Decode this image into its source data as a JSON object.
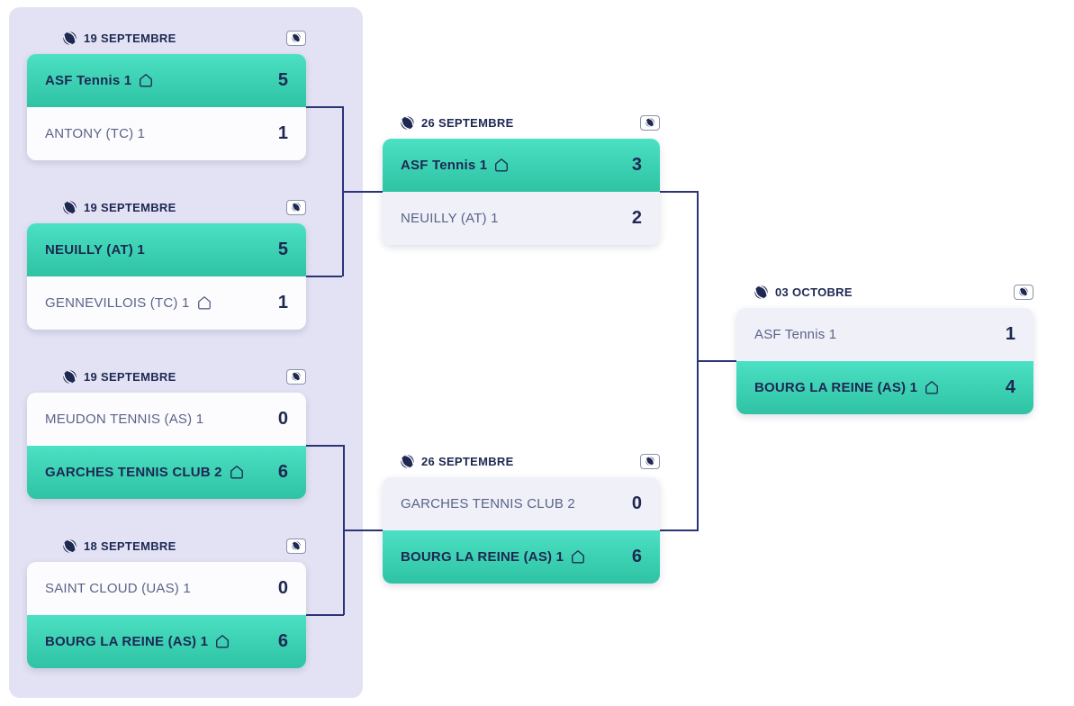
{
  "colors": {
    "panel_bg": "#e2e2f4",
    "winner_top": "#4ce0c4",
    "winner_bottom": "#2fc3a4",
    "loser_bg_left": "#fcfcfe",
    "loser_bg_light": "#f0f0f8",
    "text_primary": "#1e2852",
    "text_secondary": "#5a6488",
    "connector": "#2b3576",
    "button_border": "#8d92a8"
  },
  "icons": {
    "date_icon": "tennis-ball-icon",
    "details_button_icon": "tennis-ball-icon",
    "home_team_icon": "home-icon"
  },
  "rounds": [
    {
      "matches": [
        {
          "date": "19 SEPTEMBRE",
          "teams": [
            {
              "name": "ASF Tennis 1",
              "home": true,
              "score": "5",
              "winner": true
            },
            {
              "name": "ANTONY (TC) 1",
              "home": false,
              "score": "1",
              "winner": false
            }
          ]
        },
        {
          "date": "19 SEPTEMBRE",
          "teams": [
            {
              "name": "NEUILLY (AT) 1",
              "home": false,
              "score": "5",
              "winner": true
            },
            {
              "name": "GENNEVILLOIS (TC) 1",
              "home": true,
              "score": "1",
              "winner": false
            }
          ]
        },
        {
          "date": "19 SEPTEMBRE",
          "teams": [
            {
              "name": "MEUDON TENNIS (AS) 1",
              "home": false,
              "score": "0",
              "winner": false
            },
            {
              "name": "GARCHES TENNIS CLUB 2",
              "home": true,
              "score": "6",
              "winner": true
            }
          ]
        },
        {
          "date": "18 SEPTEMBRE",
          "teams": [
            {
              "name": "SAINT CLOUD (UAS) 1",
              "home": false,
              "score": "0",
              "winner": false
            },
            {
              "name": "BOURG LA REINE (AS) 1",
              "home": true,
              "score": "6",
              "winner": true
            }
          ]
        }
      ]
    },
    {
      "matches": [
        {
          "date": "26 SEPTEMBRE",
          "teams": [
            {
              "name": "ASF Tennis 1",
              "home": true,
              "score": "3",
              "winner": true
            },
            {
              "name": "NEUILLY (AT) 1",
              "home": false,
              "score": "2",
              "winner": false
            }
          ]
        },
        {
          "date": "26 SEPTEMBRE",
          "teams": [
            {
              "name": "GARCHES TENNIS CLUB 2",
              "home": false,
              "score": "0",
              "winner": false
            },
            {
              "name": "BOURG LA REINE (AS) 1",
              "home": true,
              "score": "6",
              "winner": true
            }
          ]
        }
      ]
    },
    {
      "matches": [
        {
          "date": "03 OCTOBRE",
          "teams": [
            {
              "name": "ASF Tennis 1",
              "home": false,
              "score": "1",
              "winner": false
            },
            {
              "name": "BOURG LA REINE (AS) 1",
              "home": true,
              "score": "4",
              "winner": true
            }
          ]
        }
      ]
    }
  ]
}
